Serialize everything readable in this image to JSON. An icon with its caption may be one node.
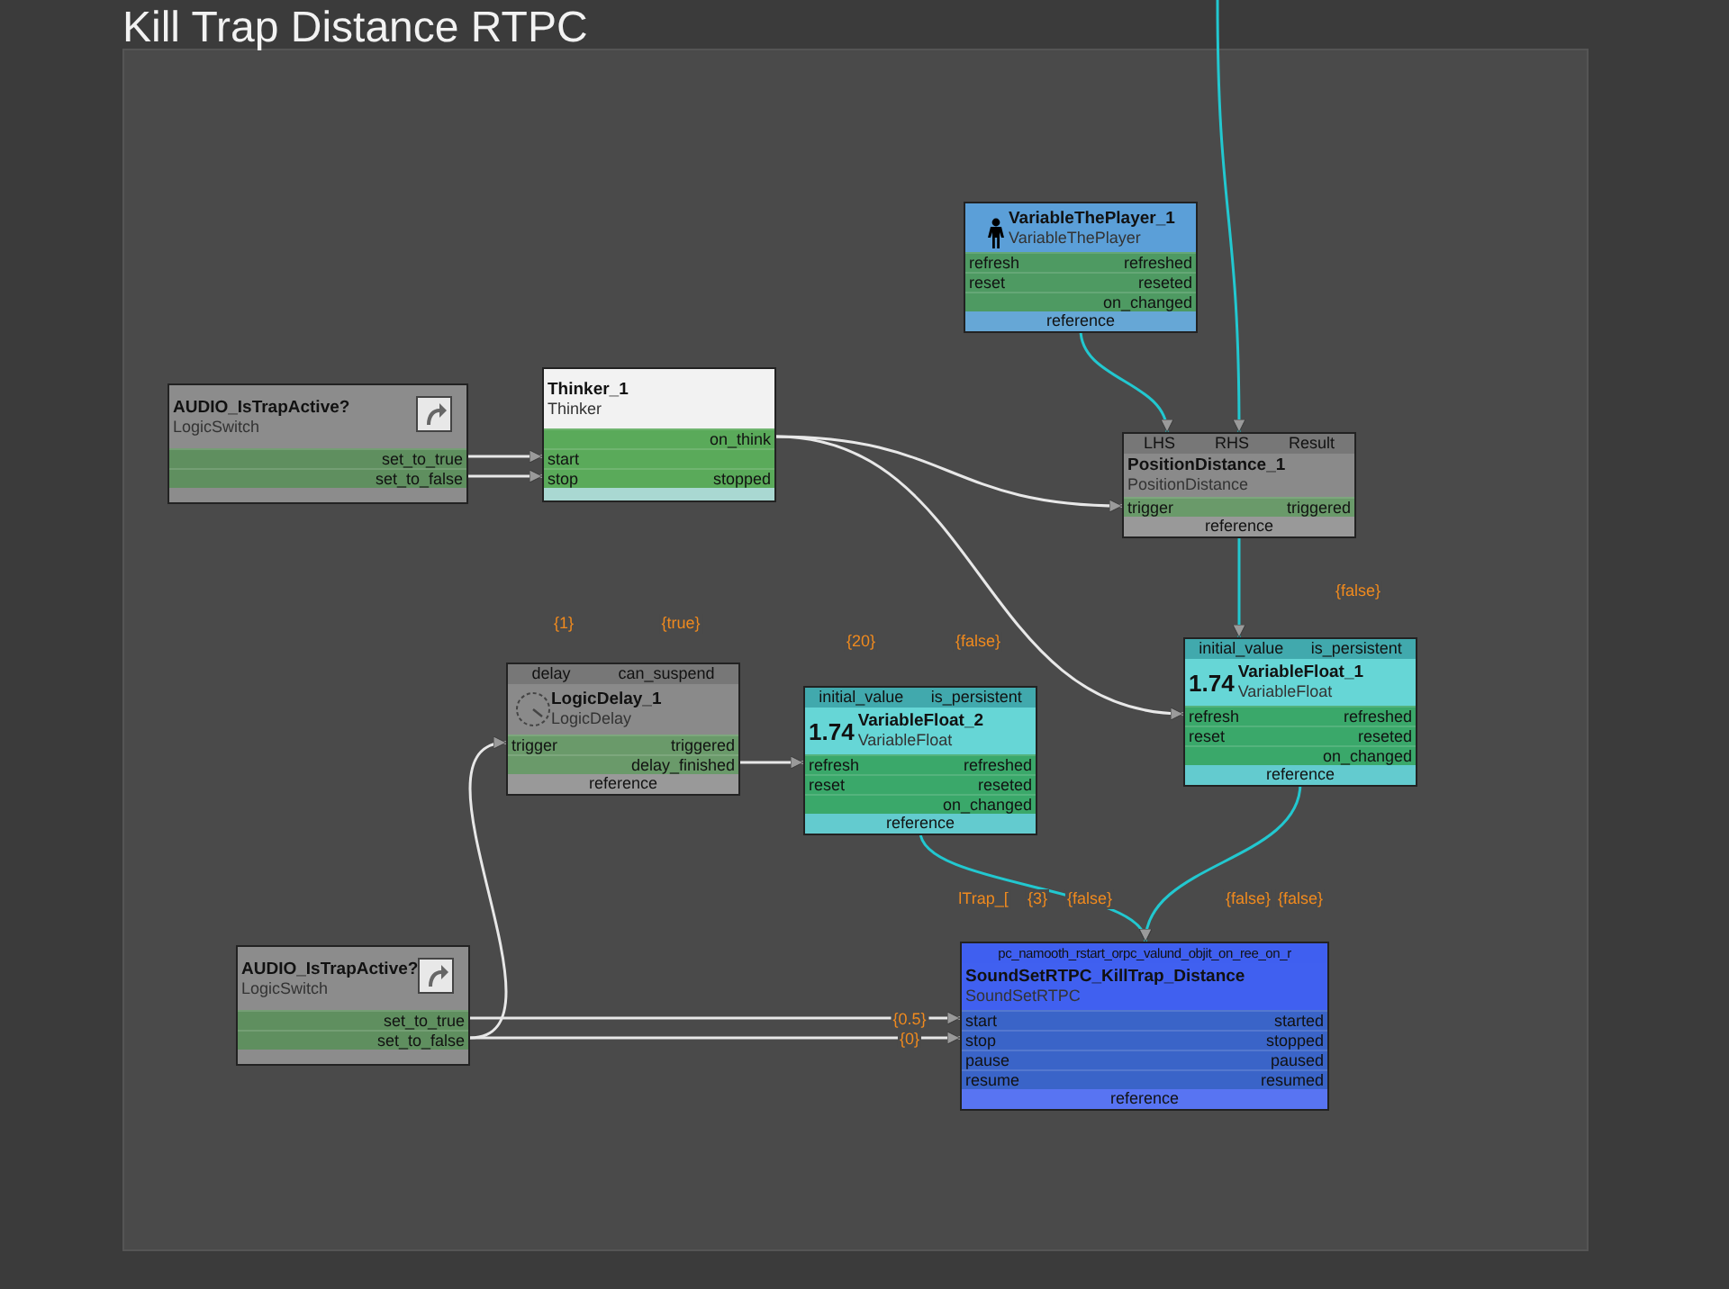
{
  "diagram": {
    "title": "Kill Trap Distance RTPC",
    "nodes": [
      {
        "text": [
          "AUDIO_IsTrapActive?",
          "LogicSwitch",
          "set_to_true",
          "set_to_false"
        ]
      },
      {
        "text": [
          "Thinker_1",
          "Thinker",
          "on_think",
          "start",
          "stop",
          "stopped"
        ]
      },
      {
        "text": [
          "VariableThePlayer_1",
          "VariableThePlayer",
          "refresh",
          "refreshed",
          "reset",
          "reseted",
          "on_changed",
          "reference"
        ]
      },
      {
        "text": [
          "LHS",
          "RHS",
          "Result",
          "PositionDistance_1",
          "PositionDistance",
          "trigger",
          "triggered",
          "reference"
        ]
      },
      {
        "text": [
          "delay",
          "can_suspend",
          "LogicDelay_1",
          "LogicDelay",
          "trigger",
          "triggered",
          "delay_finished",
          "reference"
        ],
        "beside": [
          "{1}",
          "{true}"
        ]
      },
      {
        "text": [
          "initial_value",
          "is_persistent",
          "1.74",
          "VariableFloat_2",
          "VariableFloat",
          "refresh",
          "refreshed",
          "reset",
          "reseted",
          "on_changed",
          "reference"
        ],
        "beside": [
          "{20}",
          "{false}"
        ]
      },
      {
        "text": [
          "initial_value",
          "is_persistent",
          "1.74",
          "VariableFloat_1",
          "VariableFloat",
          "refresh",
          "refreshed",
          "reset",
          "reseted",
          "on_changed",
          "reference"
        ],
        "beside": [
          "{false}"
        ]
      },
      {
        "text": [
          "AUDIO_IsTrapActive?",
          "LogicSwitch",
          "set_to_true",
          "set_to_false"
        ]
      },
      {
        "text": [
          "pc_namooth_rstart_orpc_valund_objit_on_ree_on_r",
          "SoundSetRTPC_KillTrap_Distance",
          "SoundSetRTPC",
          "start",
          "started",
          "stop",
          "stopped",
          "pause",
          "paused",
          "resume",
          "resumed",
          "reference"
        ],
        "beside": [
          "lTrap_[",
          "{3}",
          "{false}",
          "{false}",
          "{false}"
        ]
      }
    ],
    "edges": [
      {
        "from": 0,
        "to": 1,
        "arrow": "to"
      },
      {
        "from": 0,
        "to": 1,
        "arrow": "to"
      },
      {
        "from": 2,
        "to": 3,
        "arrow": "to",
        "color": "#22c8d0"
      },
      {
        "from": null,
        "to": 3,
        "arrow": "to",
        "color": "#22c8d0"
      },
      {
        "from": 1,
        "to": 3,
        "arrow": "to"
      },
      {
        "from": 1,
        "to": 6,
        "arrow": "to"
      },
      {
        "from": 3,
        "to": 6,
        "arrow": "to",
        "color": "#22c8d0"
      },
      {
        "from": 4,
        "to": 5,
        "arrow": "to"
      },
      {
        "from": 5,
        "to": 8,
        "arrow": "to",
        "color": "#22c8d0"
      },
      {
        "from": 6,
        "to": 8,
        "arrow": "to",
        "color": "#22c8d0"
      },
      {
        "from": 7,
        "to": 8,
        "arrow": "to",
        "label": "{0.5}"
      },
      {
        "from": 7,
        "to": 8,
        "arrow": "to",
        "label": "{0}"
      },
      {
        "from": 7,
        "to": 4,
        "arrow": "to"
      }
    ]
  }
}
